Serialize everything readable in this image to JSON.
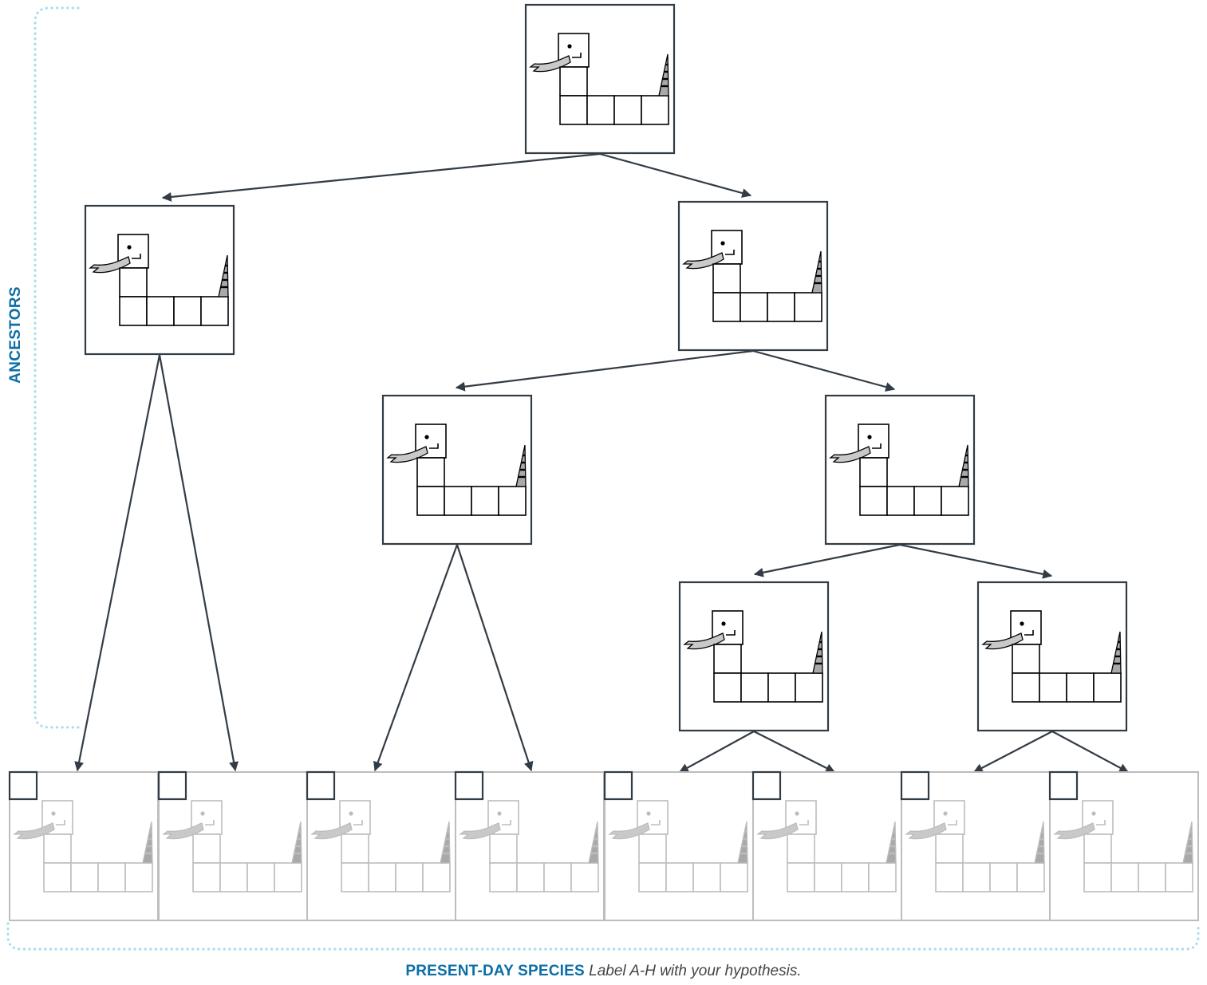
{
  "labels": {
    "side": "ANCESTORS",
    "caption_strong": "PRESENT-DAY SPECIES",
    "caption_em": "Label A-H with your hypothesis."
  },
  "colors": {
    "node_border": "#333c45",
    "arrow": "#333c45",
    "faded": "#bdbdbd",
    "tip_border": "#bdbdbd",
    "bracket": "#a9dcef",
    "label_blue": "#0b6ea6"
  },
  "icons": {
    "creature": "snake-creature-icon",
    "tip_label_box": "empty-label-box"
  },
  "tree": {
    "ancestors": [
      {
        "id": "root",
        "parent": null
      },
      {
        "id": "a1",
        "parent": "root"
      },
      {
        "id": "a2",
        "parent": "root"
      },
      {
        "id": "a3",
        "parent": "a2"
      },
      {
        "id": "a4",
        "parent": "a2"
      },
      {
        "id": "a5",
        "parent": "a4"
      },
      {
        "id": "a6",
        "parent": "a4"
      }
    ],
    "tips": [
      {
        "index": 1,
        "parent": "a1"
      },
      {
        "index": 2,
        "parent": "a1"
      },
      {
        "index": 3,
        "parent": "a3"
      },
      {
        "index": 4,
        "parent": "a3"
      },
      {
        "index": 5,
        "parent": "a5"
      },
      {
        "index": 6,
        "parent": "a5"
      },
      {
        "index": 7,
        "parent": "a6"
      },
      {
        "index": 8,
        "parent": "a6"
      }
    ]
  }
}
